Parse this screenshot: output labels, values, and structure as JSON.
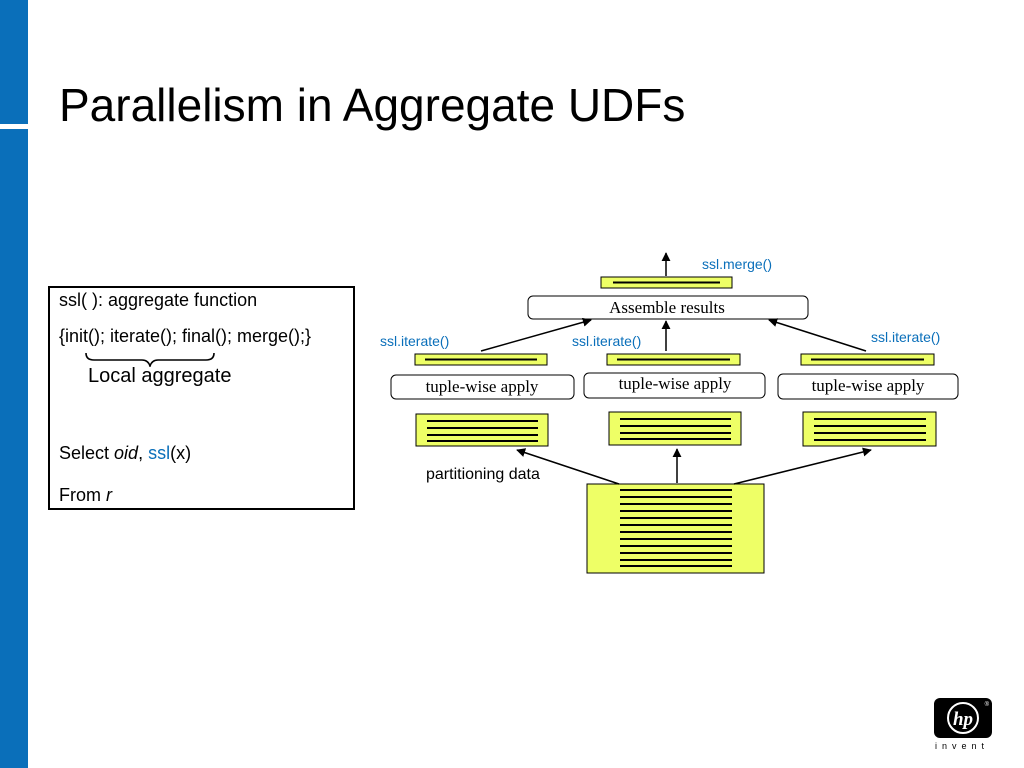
{
  "slide": {
    "title": "Parallelism in Aggregate UDFs"
  },
  "code_box": {
    "line1": "ssl( ): aggregate function",
    "line2": "{init(); iterate(); final(); merge();}",
    "local_aggregate": "Local aggregate",
    "select_prefix": "Select ",
    "select_oid": "oid",
    "select_comma": ", ",
    "select_ssl": "ssl",
    "select_suffix": "(x)",
    "from_prefix": "From ",
    "from_r": "r"
  },
  "diagram": {
    "merge_label": "ssl.merge()",
    "assemble_label": "Assemble results",
    "partitioning_label": "partitioning data",
    "columns": [
      {
        "iterate_label": "ssl.iterate()",
        "apply_label": "tuple-wise apply"
      },
      {
        "iterate_label": "ssl.iterate()",
        "apply_label": "tuple-wise apply"
      },
      {
        "iterate_label": "ssl.iterate()",
        "apply_label": "tuple-wise apply"
      }
    ]
  },
  "logo": {
    "mark": "hp",
    "tagline": "invent",
    "registered": "®"
  },
  "colors": {
    "accent_blue": "#0a6fba",
    "block_fill": "#eeff66"
  }
}
